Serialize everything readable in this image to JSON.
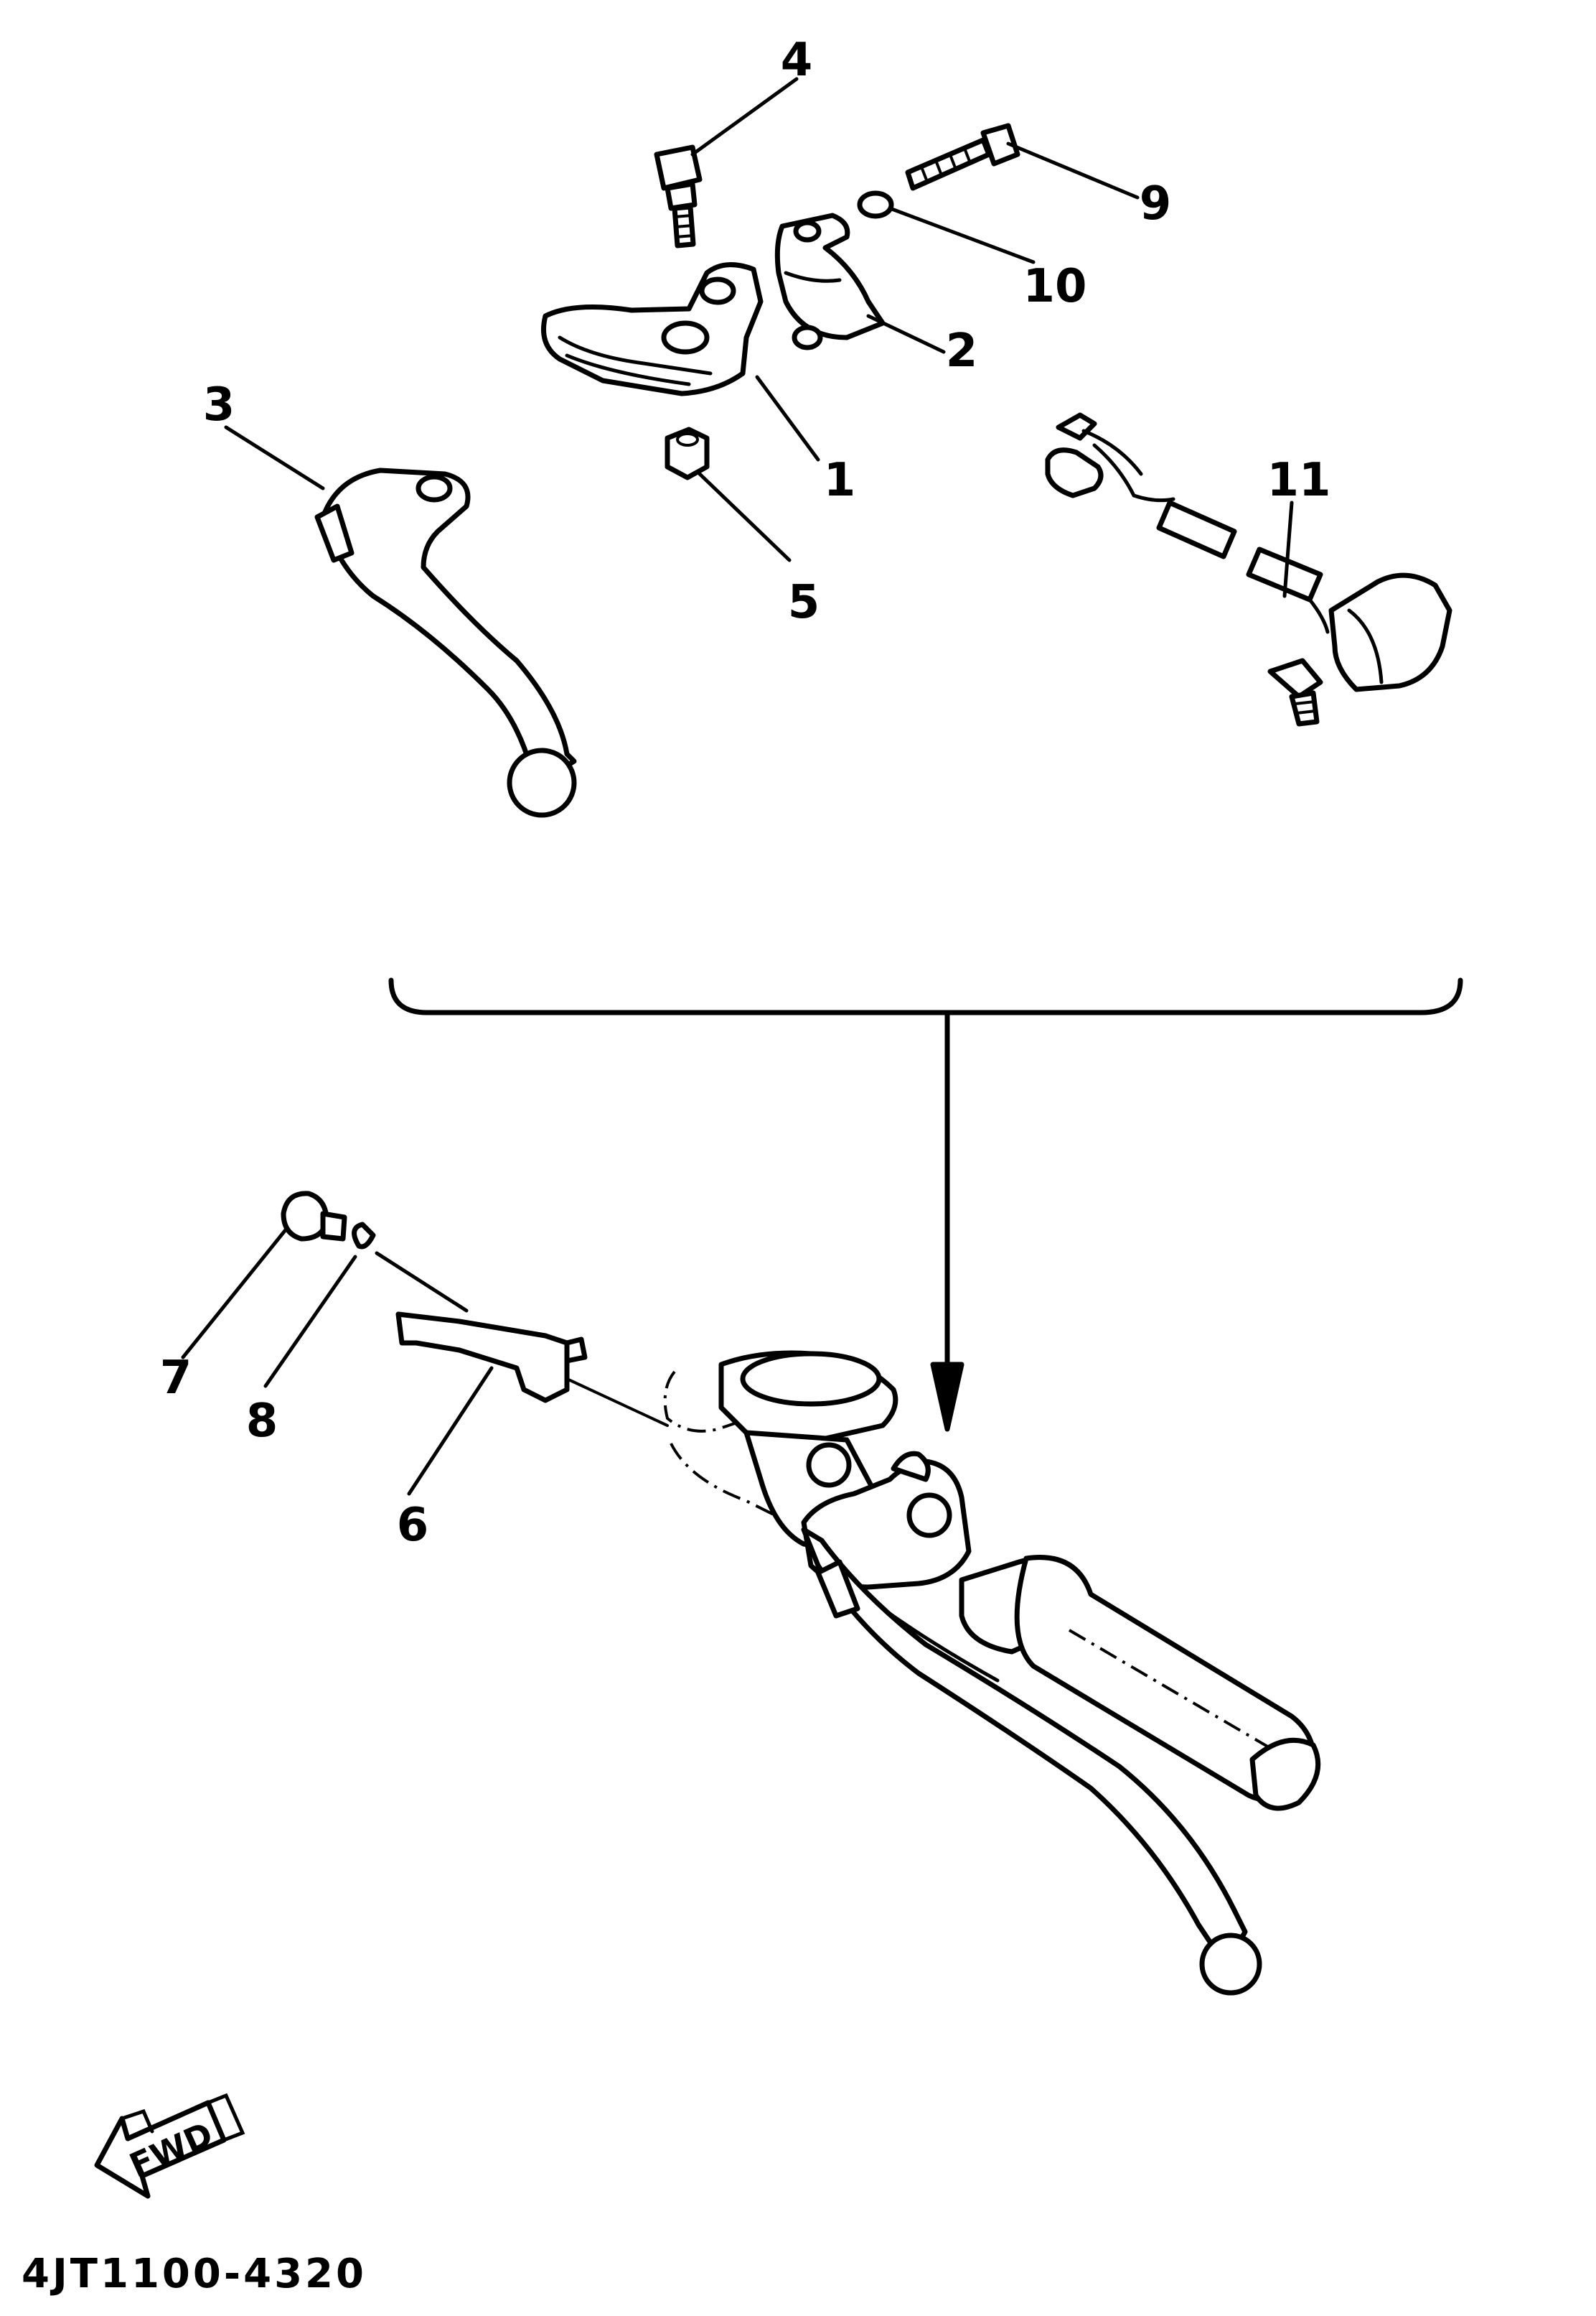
{
  "callouts": {
    "c1": "1",
    "c2": "2",
    "c3": "3",
    "c4": "4",
    "c5": "5",
    "c6": "6",
    "c7": "7",
    "c8": "8",
    "c9": "9",
    "c10": "10",
    "c11": "11"
  },
  "fwd_label": "FWD",
  "diagram_code": "4JT1100-4320"
}
